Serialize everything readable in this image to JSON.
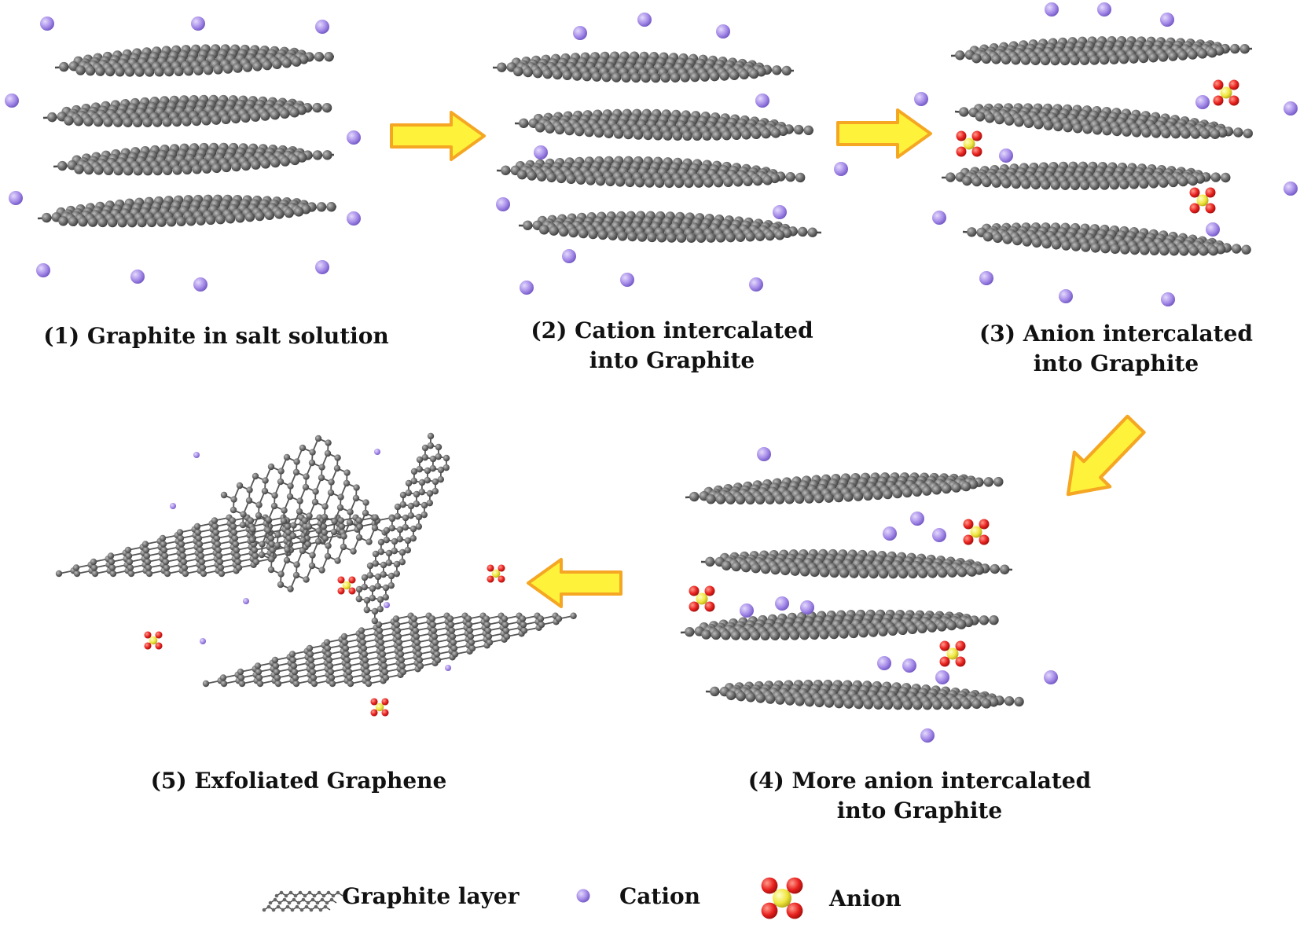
{
  "steps": [
    {
      "id": "1",
      "line1": "(1) Graphite in salt solution",
      "line2": ""
    },
    {
      "id": "2",
      "line1": "(2) Cation intercalated",
      "line2": "into Graphite"
    },
    {
      "id": "3",
      "line1": "(3) Anion intercalated",
      "line2": "into Graphite"
    },
    {
      "id": "4",
      "line1": "(4) More anion intercalated",
      "line2": "into Graphite"
    },
    {
      "id": "5",
      "line1": "(5) Exfoliated Graphene",
      "line2": ""
    }
  ],
  "legend": {
    "graphite_layer": "Graphite  layer",
    "cation": "Cation",
    "anion": "Anion"
  },
  "colors": {
    "carbon": "#6e6e6e",
    "cation": "#a58be8",
    "anion_center": "#f0e640",
    "anion_oxygen": "#e8201e",
    "arrow_fill": "#fff23a",
    "arrow_stroke": "#f5a623"
  },
  "icons": {
    "arrow": "block-arrow-icon",
    "cation": "cation-sphere-icon",
    "anion": "anion-molecule-icon",
    "layer": "graphite-layer-icon"
  }
}
